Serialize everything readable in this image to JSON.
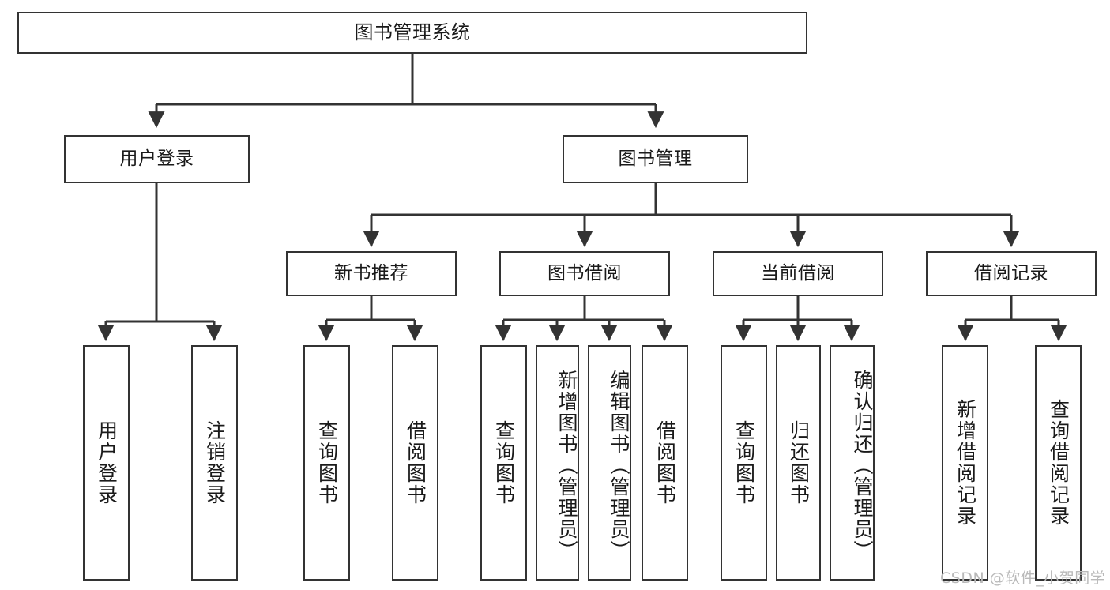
{
  "diagram": {
    "type": "hierarchy-tree",
    "root": {
      "id": "root",
      "label": "图书管理系统"
    },
    "level2": [
      {
        "id": "user-login",
        "label": "用户登录"
      },
      {
        "id": "book-manage",
        "label": "图书管理"
      }
    ],
    "level3": [
      {
        "id": "new-book-rec",
        "label": "新书推荐",
        "parent": "book-manage"
      },
      {
        "id": "book-borrow",
        "label": "图书借阅",
        "parent": "book-manage"
      },
      {
        "id": "current-borrow",
        "label": "当前借阅",
        "parent": "book-manage"
      },
      {
        "id": "borrow-record",
        "label": "借阅记录",
        "parent": "book-manage"
      }
    ],
    "leaves": [
      {
        "id": "leaf-user-login",
        "label": "用户登录",
        "parent": "user-login"
      },
      {
        "id": "leaf-logout",
        "label": "注销登录",
        "parent": "user-login"
      },
      {
        "id": "leaf-query-book-1",
        "label": "查询图书",
        "parent": "new-book-rec"
      },
      {
        "id": "leaf-borrow-book-1",
        "label": "借阅图书",
        "parent": "new-book-rec"
      },
      {
        "id": "leaf-query-book-2",
        "label": "查询图书",
        "parent": "book-borrow"
      },
      {
        "id": "leaf-add-book",
        "label": "新增图书（管理员）",
        "parent": "book-borrow"
      },
      {
        "id": "leaf-edit-book",
        "label": "编辑图书（管理员）",
        "parent": "book-borrow"
      },
      {
        "id": "leaf-borrow-book-2",
        "label": "借阅图书",
        "parent": "book-borrow"
      },
      {
        "id": "leaf-query-book-3",
        "label": "查询图书",
        "parent": "current-borrow"
      },
      {
        "id": "leaf-return-book",
        "label": "归还图书",
        "parent": "current-borrow"
      },
      {
        "id": "leaf-confirm-return",
        "label": "确认归还（管理员）",
        "parent": "current-borrow"
      },
      {
        "id": "leaf-add-record",
        "label": "新增借阅记录",
        "parent": "borrow-record"
      },
      {
        "id": "leaf-query-record",
        "label": "查询借阅记录",
        "parent": "borrow-record"
      }
    ]
  },
  "watermark": {
    "text": "CSDN @软件_小贺同学"
  },
  "colors": {
    "stroke": "#333333",
    "fill": "#ffffff",
    "text": "#1a1a1a",
    "watermark": "#b9b9b9"
  }
}
